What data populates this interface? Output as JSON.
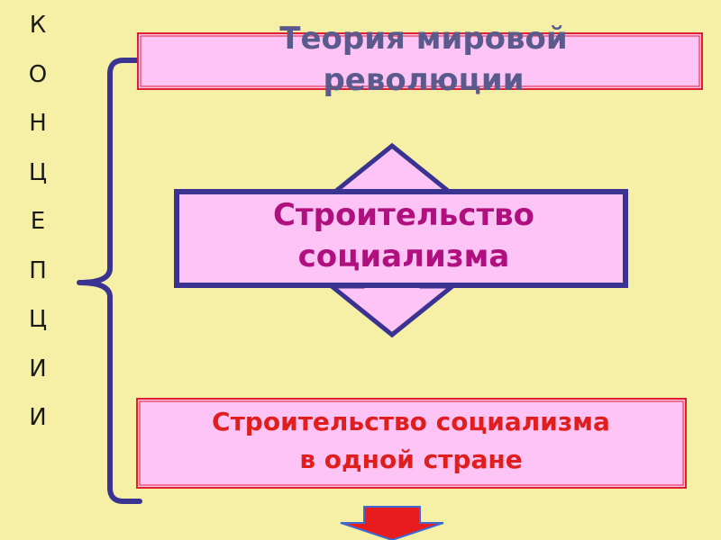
{
  "side_word_letters": [
    "К",
    "О",
    "Н",
    "Ц",
    "Е",
    "П",
    "Ц",
    "И",
    "И"
  ],
  "top_box": {
    "text": "Теория мировой\nреволюции"
  },
  "middle_box": {
    "text": "Строительство\nсоциализма"
  },
  "bottom_box": {
    "text": "Строительство социализма\nв одной стране"
  },
  "colors": {
    "background": "#f6f0a6",
    "box_fill": "#ffc4f6",
    "navy_stroke": "#3a3391",
    "red_stroke": "#e0202e",
    "top_text": "#5a5a8c",
    "middle_text": "#b0107e",
    "bottom_text": "#e01e1e",
    "down_arrow": "#e81c1c"
  },
  "icons": [
    "curly-brace",
    "double-arrow-icon",
    "down-arrow-icon"
  ]
}
